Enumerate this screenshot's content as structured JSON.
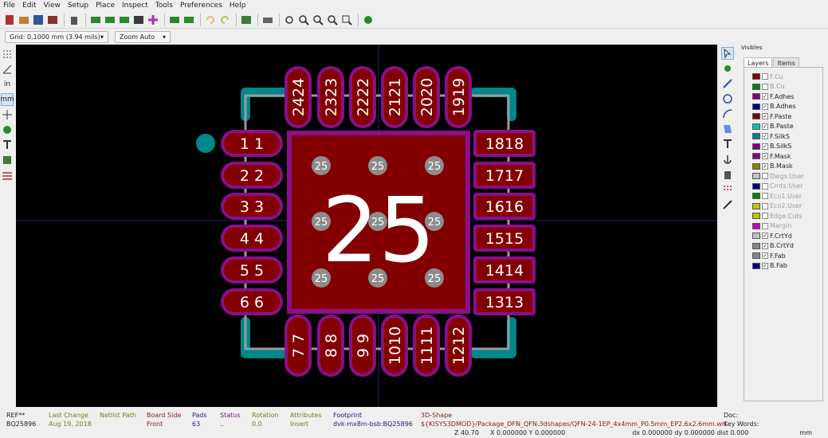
{
  "menu": [
    "File",
    "Edit",
    "View",
    "Setup",
    "Place",
    "Inspect",
    "Tools",
    "Preferences",
    "Help"
  ],
  "toolbar": {
    "grid_label": "Grid: 0.1000 mm (3.94 mils)",
    "zoom_label": "Zoom Auto"
  },
  "left_tools": {
    "in": "in",
    "mm": "mm"
  },
  "pcb": {
    "center_pad": "25",
    "thermal_label": "25",
    "left_pads": [
      "1 1",
      "2 2",
      "3 3",
      "4 4",
      "5 5",
      "6 6"
    ],
    "right_pads": [
      "1818",
      "1717",
      "1616",
      "1515",
      "1414",
      "1313"
    ],
    "top_pads": [
      "2424",
      "2323",
      "2222",
      "2121",
      "2020",
      "1919"
    ],
    "bottom_pads": [
      "7 7",
      "8 8",
      "9 9",
      "1010",
      "1111",
      "1212"
    ],
    "colors": {
      "pad": "#840000",
      "mask": "#8a0f8a",
      "silk": "#00868b",
      "courtyard": "#9a9a9a"
    }
  },
  "visibles": {
    "title": "Visibles",
    "tabs": [
      "Layers",
      "Items"
    ],
    "layers": [
      {
        "name": "F.Cu",
        "color": "#840000",
        "checked": false
      },
      {
        "name": "B.Cu",
        "color": "#008400",
        "checked": false
      },
      {
        "name": "F.Adhes",
        "color": "#840084",
        "checked": true
      },
      {
        "name": "B.Adhes",
        "color": "#000084",
        "checked": true
      },
      {
        "name": "F.Paste",
        "color": "#840000",
        "checked": true
      },
      {
        "name": "B.Paste",
        "color": "#00c2c2",
        "checked": true
      },
      {
        "name": "F.SilkS",
        "color": "#008484",
        "checked": true
      },
      {
        "name": "B.SilkS",
        "color": "#840084",
        "checked": true
      },
      {
        "name": "F.Mask",
        "color": "#840084",
        "checked": true
      },
      {
        "name": "B.Mask",
        "color": "#848400",
        "checked": true
      },
      {
        "name": "Dwgs.User",
        "color": "#c2c2c2",
        "checked": false
      },
      {
        "name": "Cmts.User",
        "color": "#000084",
        "checked": false
      },
      {
        "name": "Eco1.User",
        "color": "#008400",
        "checked": false
      },
      {
        "name": "Eco2.User",
        "color": "#c2c200",
        "checked": false
      },
      {
        "name": "Edge.Cuts",
        "color": "#c2c200",
        "checked": false
      },
      {
        "name": "Margin",
        "color": "#c200c2",
        "checked": false
      },
      {
        "name": "F.CrtYd",
        "color": "#c2c2c2",
        "checked": true
      },
      {
        "name": "B.CrtYd",
        "color": "#848484",
        "checked": true
      },
      {
        "name": "F.Fab",
        "color": "#848484",
        "checked": true
      },
      {
        "name": "B.Fab",
        "color": "#000084",
        "checked": true
      }
    ]
  },
  "status": {
    "ref": {
      "label": "REF**",
      "value": "BQ25896"
    },
    "last_change": {
      "label": "Last Change",
      "value": "Aug 19, 2018"
    },
    "netlist": {
      "label": "Netlist Path",
      "value": ""
    },
    "board_side": {
      "label": "Board Side",
      "value": "Front"
    },
    "pads": {
      "label": "Pads",
      "value": "63"
    },
    "status": {
      "label": "Status",
      "value": ".."
    },
    "rotation": {
      "label": "Rotation",
      "value": "0.0"
    },
    "attributes": {
      "label": "Attributes",
      "value": "Insert"
    },
    "footprint": {
      "label": "Footprint",
      "value": "dvk-mx8m-bsb:BQ25896"
    },
    "shape": {
      "label": "3D-Shape",
      "value": "${KISYS3DMOD}/Package_DFN_QFN.3dshapes/QFN-24-1EP_4x4mm_P0.5mm_EP2.6x2.6mm.wrl"
    },
    "doc": {
      "label": "Doc:",
      "value": "Key Words:"
    },
    "coords": {
      "z": "Z 40.70",
      "xy": "X 0.000000  Y 0.000000",
      "dxy": "dx 0.000000  dy 0.000000  dist 0.000",
      "units": "mm"
    }
  }
}
